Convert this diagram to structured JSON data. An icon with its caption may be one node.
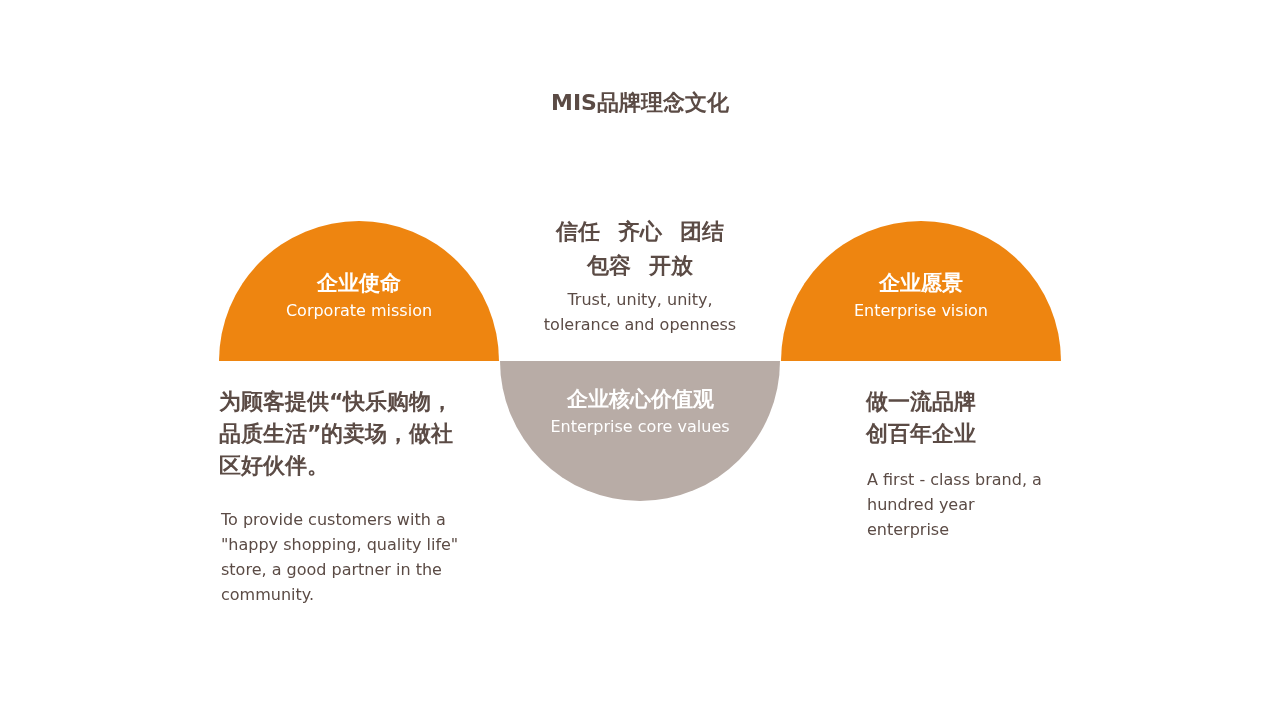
{
  "diagram": {
    "title": "MIS品牌理念文化",
    "nodes": [
      {
        "text": [
          "企业使命",
          "Corporate mission"
        ]
      },
      {
        "text": [
          "企业核心价值观",
          "Enterprise core values"
        ]
      },
      {
        "text": [
          "企业愿景",
          "Enterprise vision"
        ]
      }
    ],
    "labels": [
      "信任 齐心 团结包容 开放",
      "Trust, unity, unity, tolerance and openness",
      "为顾客提供“快乐购物，品质生活”的卖场，做社区好伙伴。",
      "做一流品牌创百年企业",
      "To provide customers with a \"happy shopping, quality life\" store, a good partner in the community.",
      "A first - class brand, a hundred year enterprise"
    ]
  }
}
